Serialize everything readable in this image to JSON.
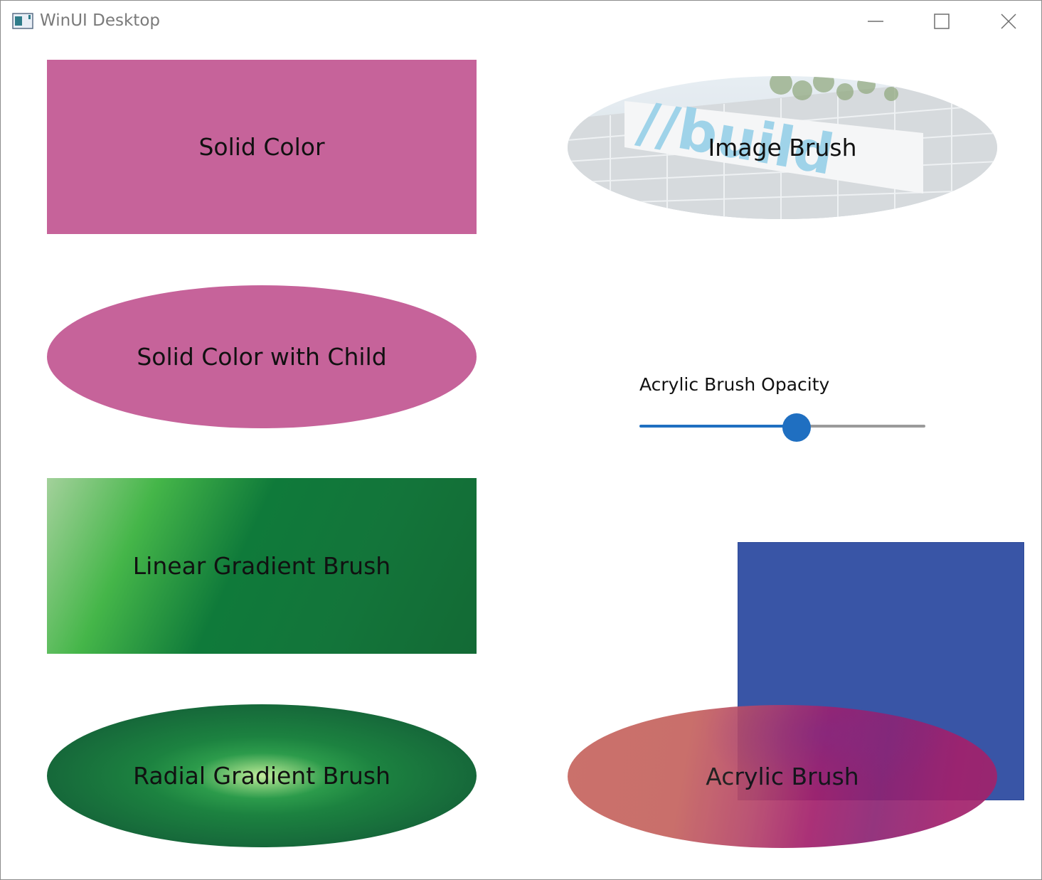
{
  "window": {
    "title": "WinUI Desktop",
    "minimize_label": "",
    "maximize_label": "",
    "close_label": ""
  },
  "shapes": {
    "solid_color": {
      "label": "Solid Color",
      "color": "#c6639a"
    },
    "solid_color_child": {
      "label": "Solid Color with Child",
      "color": "#c6639a"
    },
    "linear_gradient": {
      "label": "Linear Gradient Brush",
      "colors": [
        "#a3d19b",
        "#45b649",
        "#0f7a3a",
        "#136a35"
      ]
    },
    "radial_gradient": {
      "label": "Radial Gradient Brush",
      "colors": [
        "#b9e8a3",
        "#1f8c45",
        "#16683a"
      ]
    },
    "image_brush": {
      "label": "Image Brush",
      "image_text": "//build"
    },
    "acrylic_brush": {
      "label": "Acrylic Brush",
      "colors": [
        "#c6655f",
        "#a3206c",
        "#7b2878"
      ]
    }
  },
  "slider": {
    "label": "Acrylic Brush Opacity",
    "value_fraction": 0.55,
    "accent": "#1f6fc1"
  },
  "backdrop_square": {
    "color": "#3955a6"
  }
}
